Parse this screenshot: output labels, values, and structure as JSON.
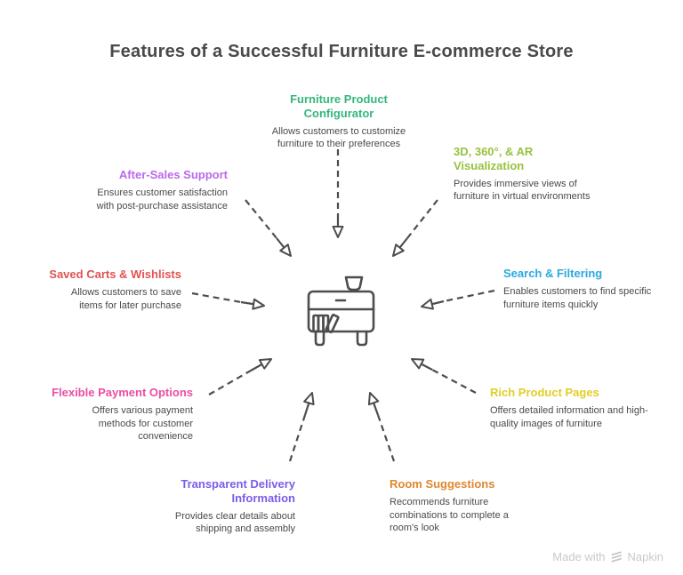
{
  "title": "Features of a Successful Furniture E-commerce Store",
  "center_icon": "furniture-cabinet-with-books-and-plant",
  "arrow_color": "#4d4d4d",
  "features": [
    {
      "id": "furniture-product-configurator",
      "title": "Furniture Product Configurator",
      "description": "Allows customers to customize furniture to their preferences",
      "color": "#34b77a"
    },
    {
      "id": "ar-visualization",
      "title": "3D, 360°, & AR Visualization",
      "description": "Provides immersive views of furniture in virtual environments",
      "color": "#97c23e"
    },
    {
      "id": "search-filtering",
      "title": "Search & Filtering",
      "description": "Enables customers to find specific furniture items quickly",
      "color": "#2aa9e0"
    },
    {
      "id": "rich-product-pages",
      "title": "Rich Product Pages",
      "description": "Offers detailed information and high-quality images of furniture",
      "color": "#e2ce26"
    },
    {
      "id": "room-suggestions",
      "title": "Room Suggestions",
      "description": "Recommends furniture combinations to complete a room's look",
      "color": "#e1872f"
    },
    {
      "id": "transparent-delivery-information",
      "title": "Transparent Delivery Information",
      "description": "Provides clear details about shipping and assembly",
      "color": "#7b5ce8"
    },
    {
      "id": "flexible-payment-options",
      "title": "Flexible Payment Options",
      "description": "Offers various payment methods for customer convenience",
      "color": "#eb4da5"
    },
    {
      "id": "saved-carts-wishlists",
      "title": "Saved Carts & Wishlists",
      "description": "Allows customers to save items for later purchase",
      "color": "#e05353"
    },
    {
      "id": "after-sales-support",
      "title": "After-Sales Support",
      "description": "Ensures customer satisfaction with post-purchase assistance",
      "color": "#bb69e9"
    }
  ],
  "watermark": {
    "text": "Made with",
    "brand": "Napkin"
  }
}
